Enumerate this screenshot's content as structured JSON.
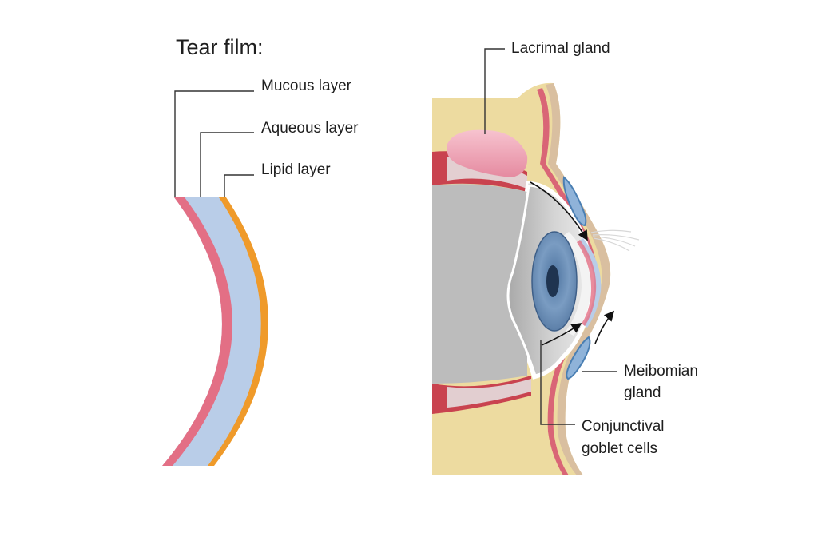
{
  "tear_film": {
    "title": "Tear film:",
    "layers": [
      {
        "label": "Mucous layer",
        "color": "#e36f85"
      },
      {
        "label": "Aqueous layer",
        "color": "#b9cde8"
      },
      {
        "label": "Lipid layer",
        "color": "#ef9a2a"
      }
    ]
  },
  "eye": {
    "labels": {
      "lacrimal_gland": "Lacrimal gland",
      "meibomian_gland_line1": "Meibomian",
      "meibomian_gland_line2": "gland",
      "goblet_cells_line1": "Conjunctival",
      "goblet_cells_line2": "goblet cells"
    },
    "colors": {
      "skin": "#eddba0",
      "skin_edge": "#d9bfa0",
      "eyelid_red": "#d96576",
      "gland_pink": "#f0a6b6",
      "eyeball_gray": "#cfcfcf",
      "iris_blue": "#6f92b8",
      "pupil": "#1f3450",
      "muscle_red": "#c9434f"
    }
  }
}
